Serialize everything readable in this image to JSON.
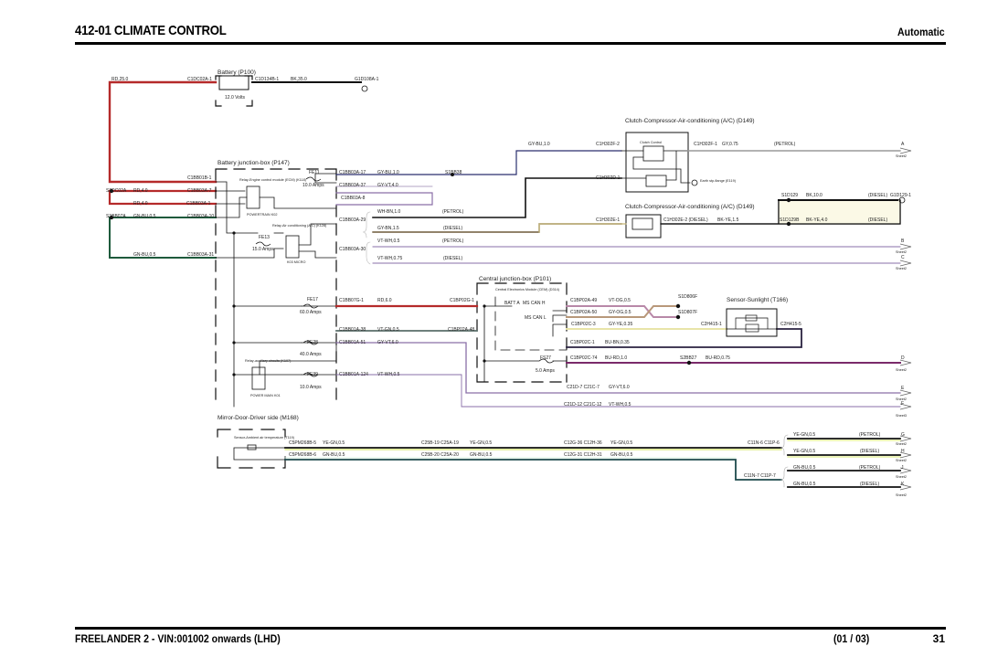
{
  "header": {
    "title": "412-01 CLIMATE CONTROL",
    "variant": "Automatic"
  },
  "footer": {
    "model": "FREELANDER 2 - VIN:001002 onwards  (LHD)",
    "sheet": "(01 / 03)",
    "page": "31"
  },
  "colors": {
    "red": "#b52a2a",
    "black": "#111111",
    "gray": "#9a9a9a",
    "navy": "#2a2f6e",
    "violet": "#8a6fa8",
    "green": "#1e5a3c",
    "yellow": "#e8e4a8",
    "brown": "#6e5a3a",
    "magenta": "#7a2a6a",
    "teal": "#5a6e6a"
  },
  "components": {
    "battery": {
      "name": "Battery (P100)",
      "voltage": "12.0 Volts"
    },
    "bjb": {
      "name": "Battery junction-box (P147)"
    },
    "relay_ecm": {
      "name": "Relay-Engine control module (ECM) (K118)",
      "part": "POWERTRAIN K02"
    },
    "relay_ac": {
      "name": "Relay-Air conditioning (A/C) (K128)",
      "part": "K03 MICRO"
    },
    "relay_aux": {
      "name": "Relay-auxiliary-circuits (K107)",
      "part": "POWER MAIN K01"
    },
    "clutch1": {
      "name": "Clutch-Compressor-Air-conditioning (A/C) (D149)",
      "inner": "Clutch Control"
    },
    "clutch2": {
      "name": "Clutch-Compressor-Air-conditioning (A/C) (D149)"
    },
    "earth": {
      "name": "Earth stp-flange (E119)"
    },
    "cjb": {
      "name": "Central junction-box (P101)",
      "cem": "Central Electronics Module (CEM) (D314)",
      "pins": [
        "BATT A",
        "MS CAN H",
        "MS CAN L"
      ]
    },
    "sunlight": {
      "name": "Sensor-Sunlight (T166)"
    },
    "mirror": {
      "name": "Mirror-Door-Driver side (M168)",
      "sensor": "Sensor-Ambient air temperature (T119)"
    }
  },
  "fuses": [
    {
      "id": "FE11",
      "rating": "10.0 Amps"
    },
    {
      "id": "FE13",
      "rating": "15.0 Amps"
    },
    {
      "id": "FE17",
      "rating": "60.0 Amps"
    },
    {
      "id": "FE28",
      "rating": "40.0 Amps"
    },
    {
      "id": "FE39",
      "rating": "10.0 Amps"
    },
    {
      "id": "FS27",
      "rating": "5.0 Amps"
    }
  ],
  "labels": {
    "rd25": "RD,25.0",
    "c1dc02a1": "C1DC02A-1",
    "c1d134b1": "C1D134B-1",
    "bk35": "BK,35.0",
    "g1d108a1": "G1D108A-1",
    "c1bb01b1": "C1BB01B-1",
    "s1dc02a": "S1DC02A",
    "rd4a": "RD,4.0",
    "c1bb03a7": "C1BB03A-7",
    "rd4b": "RD,4.0",
    "c1bb03a1": "C1BB03A-1",
    "s1bb07a": "S1BB07A",
    "gnbu05a": "GN-BU,0.5",
    "c1bb03a10": "C1BB03A-10",
    "gnbu05b": "GN-BU,0.5",
    "c1bb03a31": "C1BB03A-31",
    "c1bb03a17": "C1BB03A-17",
    "gybu1": "GY-BU,1.0",
    "s1bb38": "S1BB38",
    "c1bb03a37": "C1BB03A-37",
    "gyvt4": "GY-VT,4.0",
    "c1bb03a8": "C1BB03A-8",
    "c1bb03a29": "C1BB03A-29",
    "whbn1": "WH-BN,1.0",
    "petrol1": "(PETROL)",
    "gybn15": "GY-BN,1.5",
    "diesel1": "(DIESEL)",
    "c1bb03a30": "C1BB03A-30",
    "vtwh05": "VT-WH,0.5",
    "petrol2": "(PETROL)",
    "vtwh075": "VT-WH,0.75",
    "diesel2": "(DIESEL)",
    "gybu1b": "GY-BU,1.0",
    "c1h302f2": "C1H302F-2",
    "c1h302f1": "C1H302F-1",
    "gy075": "GY,0.75",
    "petrol3": "(PETROL)",
    "c1h302d1": "C1H302D-1",
    "c1h302e1": "C1H302E-1",
    "c1h302e2": "C1H302E-2  (DIESEL)",
    "bkye15": "BK-YE,1.5",
    "s1d129": "S1D129",
    "bk10": "BK,10.0",
    "diesel3": "(DIESEL)",
    "g1d1291": "G1D129-1",
    "s1d129b": "S1D129B",
    "bkye4": "BK-YE,4.0",
    "diesel4": "(DIESEL)",
    "c1bb07g1": "C1BB07G-1",
    "rd6": "RD,6.0",
    "c1bp02g1": "C1BP02G-1",
    "c1bb01a38": "C1BB01A-38",
    "vtgn05": "VT-GN,0.5",
    "c1bp02a48": "C1BP02A-48",
    "c1bb01a51": "C1BB01A-51",
    "gyvt6": "GY-VT,6.0",
    "c1bb01a124": "C1BB01A-124",
    "vtwh05b": "VT-WH,0.5",
    "c1bp02a49": "C1BP02A-49",
    "vtog05": "VT-OG,0.5",
    "s1d806f": "S1D806F",
    "c1bp02a50": "C1BP02A-50",
    "gyog05": "GY-OG,0.5",
    "s1d807f": "S1D807F",
    "c1bp02c3": "C1BP02C-3",
    "gyye035": "GY-YE,0.35",
    "c2h4151": "C2H415-1",
    "c2h4155": "C2H415-5",
    "c1bp02c1": "C1BP02C-1",
    "bubn035": "BU-BN,0.35",
    "c1bp02c74": "C1BP02C-74",
    "burd1": "BU-RD,1.0",
    "s2bb27": "S2BB27",
    "burd075": "BU-RD,0.75",
    "c21d7": "C21D-7 C21C-7",
    "gyvt6b": "GY-VT,6.0",
    "c21d12": "C21D-12 C21C-12",
    "vtwh05c": "VT-WH,0.5",
    "c5pm268b5": "C5PM268B-5",
    "yegn05a": "YE-GN,0.5",
    "c25b19": "C25B-19 C25A-19",
    "yegn05b": "YE-GN,0.5",
    "c12g36": "C12G-36 C12H-36",
    "yegn05c": "YE-GN,0.5",
    "c11n6": "C11N-6 C11P-6",
    "c5pm268b6": "C5PM268B-6",
    "gnbu05c": "GN-BU,0.5",
    "c25b20": "C25B-20 C25A-20",
    "gnbu05d": "GN-BU,0.5",
    "c12g31": "C12G-31 C12H-31",
    "gnbu05e": "GN-BU,0.5",
    "c11n7": "C11N-7 C11P-7",
    "yegn05g": "YE-GN,0.5",
    "petrolg": "(PETROL)",
    "yegn05h": "YE-GN,0.5",
    "dieselh": "(DIESEL)",
    "gnbu05j": "GN-BU,0.5",
    "petrolj": "(PETROL)",
    "gnbu05k": "GN-BU,0.5",
    "dieselk": "(DIESEL)"
  },
  "sheet_refs": [
    {
      "letter": "A",
      "sheet": "Sheet2"
    },
    {
      "letter": "B",
      "sheet": "Sheet2"
    },
    {
      "letter": "C",
      "sheet": "Sheet2"
    },
    {
      "letter": "D",
      "sheet": "Sheet2"
    },
    {
      "letter": "E",
      "sheet": "Sheet2"
    },
    {
      "letter": "F",
      "sheet": "Sheet3"
    },
    {
      "letter": "G",
      "sheet": "Sheet2"
    },
    {
      "letter": "H",
      "sheet": "Sheet2"
    },
    {
      "letter": "J",
      "sheet": "Sheet2"
    },
    {
      "letter": "K",
      "sheet": "Sheet2"
    }
  ]
}
